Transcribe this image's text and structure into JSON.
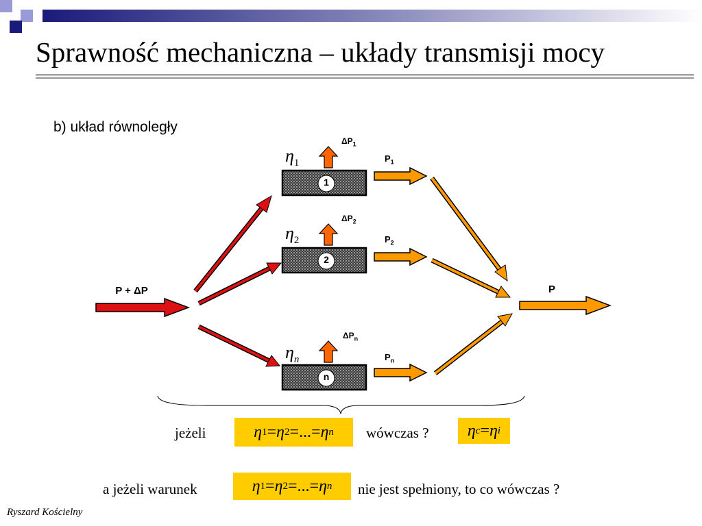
{
  "slide": {
    "title": "Sprawność mechaniczna – układy transmisji mocy",
    "subtitle": "b) układ równoległy",
    "author": "Ryszard Kościelny"
  },
  "diagram": {
    "input_label": "P + ΔP",
    "output_label": "P",
    "units": [
      {
        "number": "1",
        "eta_sub": "1",
        "loss_sub": "1",
        "power_sub": "1"
      },
      {
        "number": "2",
        "eta_sub": "2",
        "loss_sub": "2",
        "power_sub": "2"
      },
      {
        "number": "n",
        "eta_sub": "n",
        "loss_sub": "n",
        "power_sub": "n"
      }
    ],
    "eta_symbol": "η",
    "loss_prefix": "ΔP",
    "power_prefix": "P"
  },
  "conditions": {
    "line1_if": "jeżeli",
    "line1_then": "wówczas ?",
    "line2_if": "a jeżeli warunek",
    "line2_then": "nie jest spełniony, to co wówczas ?",
    "formula_eta": "η",
    "formula_sub1": "1",
    "formula_sub2": "2",
    "formula_subn": "n",
    "formula_eq": "=",
    "formula_dots": "=...=",
    "result_sub_c": "c",
    "result_sub_i": "i"
  },
  "colors": {
    "red_arrow": "#dd1111",
    "orange_arrow": "#ff9900",
    "loss_arrow": "#ff6600",
    "highlight": "#ffcc00",
    "title_bar_dark": "#1a1a7a"
  }
}
